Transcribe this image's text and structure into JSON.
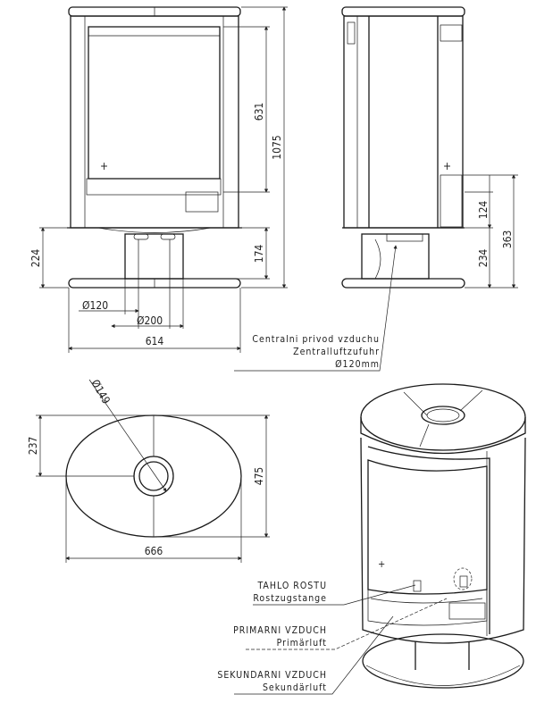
{
  "front_view": {
    "dims": {
      "door_height": "631",
      "total_height": "1075",
      "base_height": "224",
      "column_height": "174",
      "duct_diameter": "Ø120",
      "column_diameter": "Ø200",
      "base_width": "614"
    }
  },
  "side_view": {
    "dims": {
      "ash_height": "124",
      "base_to_ash": "234",
      "base_to_door": "363"
    }
  },
  "air_inlet_note": {
    "line1": "Centralni privod vzduchu",
    "line2": "Zentralluftzufuhr",
    "line3": "Ø120mm"
  },
  "top_view": {
    "dims": {
      "half_depth": "237",
      "depth": "475",
      "width": "666",
      "flue_diameter": "Ø149"
    }
  },
  "labels": [
    {
      "cz": "TAHLO ROSTU",
      "de": "Rostzugstange"
    },
    {
      "cz": "PRIMARNI VZDUCH",
      "de": "Primärluft"
    },
    {
      "cz": "SEKUNDARNI VZDUCH",
      "de": "Sekundärluft"
    }
  ]
}
